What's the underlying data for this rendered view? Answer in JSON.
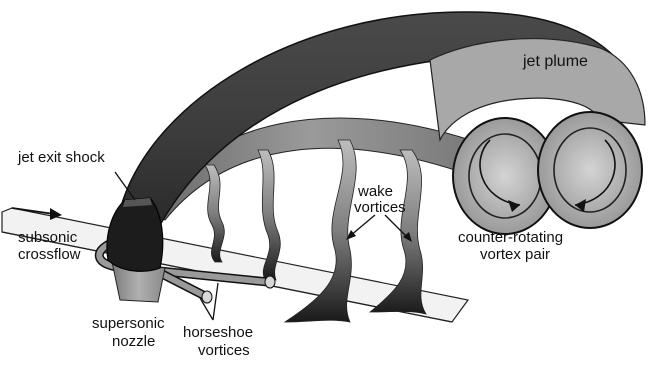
{
  "labels": {
    "jet_plume": "jet plume",
    "jet_exit_shock": "jet exit shock",
    "subsonic": "subsonic",
    "crossflow": "crossflow",
    "wake": "wake",
    "vortices_wake": "vortices",
    "counter_rotating": "counter-rotating",
    "vortex_pair": "vortex pair",
    "supersonic": "supersonic",
    "nozzle": "nozzle",
    "horseshoe": "horseshoe",
    "vortices_horseshoe": "vortices"
  }
}
